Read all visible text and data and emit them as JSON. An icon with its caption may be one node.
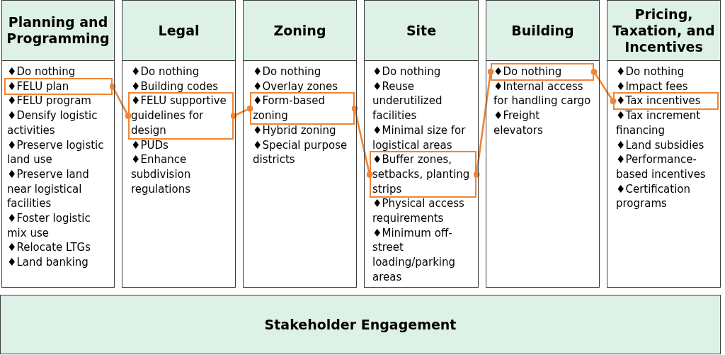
{
  "diagram": {
    "nodes": [
      {
        "text": [
          "Planning and Programming"
        ]
      },
      {
        "text": [
          "♦Do nothing",
          "♦FELU program",
          "♦Densify logistic activities",
          "♦Preserve logistic land use",
          "♦Preserve land near logistical facilities",
          "♦Foster logistic mix use",
          "♦Relocate LTGs",
          "♦Land banking"
        ]
      },
      {
        "text": [
          "♦FELU plan"
        ],
        "in": 1
      },
      {
        "text": [
          "Legal"
        ]
      },
      {
        "text": [
          "♦Do nothing",
          "♦Building codes",
          "♦PUDs",
          "♦Enhance subdivision regulations"
        ]
      },
      {
        "text": [
          "♦FELU supportive guidelines for design"
        ],
        "in": 4
      },
      {
        "text": [
          "Zoning"
        ]
      },
      {
        "text": [
          "♦Do nothing",
          "♦Overlay zones",
          "♦Hybrid zoning",
          "♦Special purpose districts"
        ]
      },
      {
        "text": [
          "♦Form-based zoning"
        ],
        "in": 7
      },
      {
        "text": [
          "Site"
        ]
      },
      {
        "text": [
          "♦Do nothing",
          "♦Reuse underutilized facilities",
          "♦Minimal size for logistical areas",
          "♦Physical access requirements",
          "♦Minimum off-street loading/parking areas"
        ]
      },
      {
        "text": [
          "♦Buffer zones, setbacks, planting strips"
        ],
        "in": 10
      },
      {
        "text": [
          "Building"
        ]
      },
      {
        "text": [
          "♦Internal access for handling cargo",
          "♦Freight elevators"
        ]
      },
      {
        "text": [
          "♦Do nothing"
        ],
        "in": 13
      },
      {
        "text": [
          "Pricing, Taxation, and Incentives"
        ]
      },
      {
        "text": [
          "♦Do nothing",
          "♦Impact fees",
          "♦Tax increment financing",
          "♦Land subsidies",
          "♦Performance-based incentives",
          "♦Certification programs"
        ]
      },
      {
        "text": [
          "♦Tax incentives"
        ],
        "in": 16
      },
      {
        "text": [
          "Stakeholder Engagement"
        ]
      }
    ],
    "edges": [
      {
        "from": 2,
        "to": 5,
        "arrow": "other"
      },
      {
        "from": 5,
        "to": 8,
        "arrow": "other"
      },
      {
        "from": 8,
        "to": 11,
        "arrow": "other"
      },
      {
        "from": 11,
        "to": 14,
        "arrow": "other"
      },
      {
        "from": 14,
        "to": 17,
        "arrow": "other"
      }
    ]
  }
}
